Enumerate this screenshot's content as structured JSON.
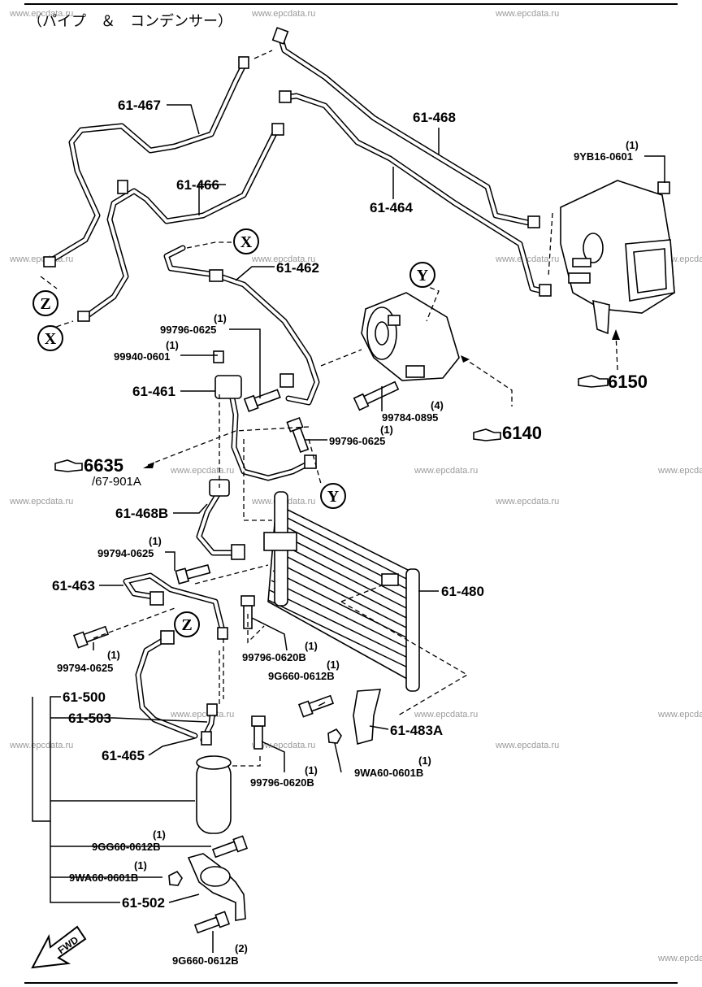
{
  "title": "（パイプ　＆　コンデンサー）",
  "watermark": "www.epcdata.ru",
  "callouts": {
    "X": "X",
    "Y": "Y",
    "Z": "Z"
  },
  "labels": {
    "p61_467": "61-467",
    "p61_468": "61-468",
    "p61_466": "61-466",
    "p61_464": "61-464",
    "p61_462": "61-462",
    "p61_461": "61-461",
    "p61_468B": "61-468B",
    "p61_463": "61-463",
    "p61_480": "61-480",
    "p61_500": "61-500",
    "p61_503": "61-503",
    "p61_465": "61-465",
    "p61_483A": "61-483A",
    "p61_502": "61-502",
    "p9YB16_0601": "9YB16-0601",
    "q9YB16_0601": "(1)",
    "p99796_0625a": "99796-0625",
    "q99796_0625a": "(1)",
    "p99940_0601": "99940-0601",
    "q99940_0601": "(1)",
    "p99784_0895": "99784-0895",
    "q99784_0895": "(4)",
    "p99796_0625b": "99796-0625",
    "q99796_0625b": "(1)",
    "p99794_0625a": "99794-0625",
    "q99794_0625a": "(1)",
    "p99794_0625b": "99794-0625",
    "q99794_0625b": "(1)",
    "p99796_0620Ba": "99796-0620B",
    "q99796_0620Ba": "(1)",
    "p9G660_0612Ba": "9G660-0612B",
    "q9G660_0612Ba": "(1)",
    "p99796_0620Bb": "99796-0620B",
    "q99796_0620Bb": "(1)",
    "p9WA60_0601Ba": "9WA60-0601B",
    "q9WA60_0601Ba": "(1)",
    "p9GG60_0612B": "9GG60-0612B",
    "q9GG60_0612B": "(1)",
    "p9WA60_0601Bb": "9WA60-0601B",
    "q9WA60_0601Bb": "(1)",
    "p9G660_0612Bb": "9G660-0612B",
    "q9G660_0612Bb": "(2)"
  },
  "references": {
    "r6150": "6150",
    "r6140": "6140",
    "r6635": "6635",
    "r6635_sub": "/67-901A"
  },
  "fwd": "FWD"
}
